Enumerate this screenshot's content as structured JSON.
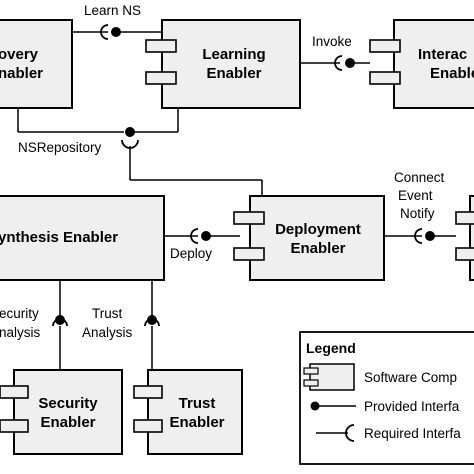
{
  "components": {
    "discovery": [
      "overy",
      "nabler"
    ],
    "learning": [
      "Learning",
      "Enabler"
    ],
    "interaction": [
      "Interac",
      "Enable"
    ],
    "synthesis": [
      "ynthesis Enabler"
    ],
    "deployment": [
      "Deployment",
      "Enabler"
    ],
    "security": [
      "Security",
      "Enabler"
    ],
    "trust": [
      "Trust",
      "Enabler"
    ]
  },
  "interfaces": {
    "learn_ns": "Learn NS",
    "invoke": "Invoke",
    "ns_repository": "NSRepository",
    "connect_event_notify": [
      "Connect",
      "Event",
      "Notify"
    ],
    "deploy": "Deploy",
    "security_analysis": [
      "ecurity",
      "nalysis"
    ],
    "trust_analysis": [
      "Trust",
      "Analysis"
    ]
  },
  "legend": {
    "title": "Legend",
    "items": [
      "Software Comp",
      "Provided Interfa",
      "Required Interfa"
    ]
  }
}
